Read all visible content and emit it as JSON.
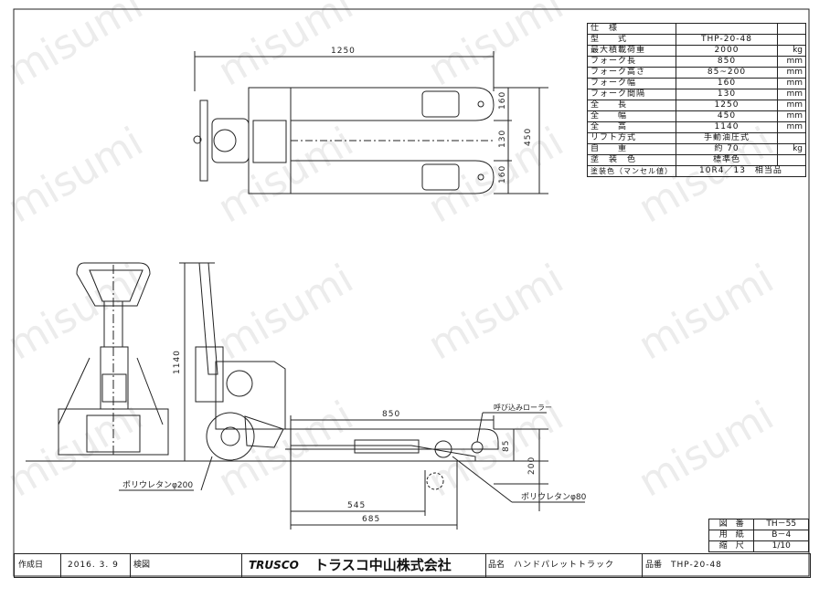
{
  "spec_table": {
    "header": "仕　様",
    "rows": [
      {
        "label": "型　　式",
        "value": "THP-20-48",
        "unit": ""
      },
      {
        "label": "最大積載荷重",
        "value": "2000",
        "unit": "kg"
      },
      {
        "label": "フォーク長",
        "value": "850",
        "unit": "mm"
      },
      {
        "label": "フォーク高さ",
        "value": "85~200",
        "unit": "mm"
      },
      {
        "label": "フォーク幅",
        "value": "160",
        "unit": "mm"
      },
      {
        "label": "フォーク間隔",
        "value": "130",
        "unit": "mm"
      },
      {
        "label": "全　　長",
        "value": "1250",
        "unit": "mm"
      },
      {
        "label": "全　　幅",
        "value": "450",
        "unit": "mm"
      },
      {
        "label": "全　　高",
        "value": "1140",
        "unit": "mm"
      },
      {
        "label": "リフト方式",
        "value": "手動油圧式",
        "unit": ""
      },
      {
        "label": "自　　重",
        "value": "約 70",
        "unit": "kg"
      },
      {
        "label": "塗　装　色",
        "value": "標準色",
        "unit": ""
      },
      {
        "label": "塗装色（マンセル値）",
        "value": "10R4／13　相当品",
        "unit": ""
      }
    ]
  },
  "top_view": {
    "dim_length": "1250",
    "dim_width": "450",
    "dim_fork_width_a": "160",
    "dim_fork_gap": "130",
    "dim_fork_width_b": "160"
  },
  "side_view": {
    "dim_height": "1140",
    "dim_fork_length": "850",
    "dim_lowered": "85",
    "dim_raised": "200",
    "dim_545": "545",
    "dim_685": "685",
    "label_roller": "呼び込みローラー",
    "label_main_wheel": "ポリウレタンφ200",
    "label_load_wheel": "ポリウレタンφ80"
  },
  "drawing_number_box": {
    "rows": [
      {
        "label": "図　番",
        "value": "TH－55"
      },
      {
        "label": "用　紙",
        "value": "B－4"
      },
      {
        "label": "縮　尺",
        "value": "1/10"
      }
    ]
  },
  "title_block": {
    "created_label": "作成日",
    "created_value": "2016. 3. 9",
    "approval_label": "検図",
    "logo_text": "TRUSCO",
    "company_name": "トラスコ中山株式会社",
    "product_label": "品名",
    "product_name": "ハンドパレットトラック",
    "part_label": "品番",
    "part_value": "THP-20-48"
  },
  "watermark": "misumi",
  "colors": {
    "line": "#222222",
    "watermark": "#c9c9c9"
  }
}
